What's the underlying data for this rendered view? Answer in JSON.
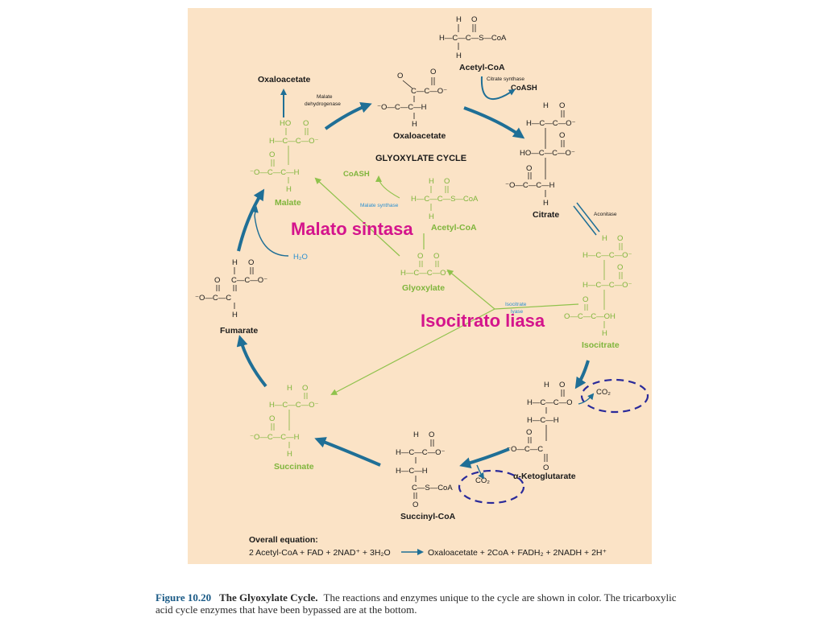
{
  "diagram": {
    "cycle_title": "GLYOXYLATE CYCLE",
    "molecules": {
      "acetyl_coa_top": "Acetyl-CoA",
      "oxaloacetate_top": "Oxaloacetate",
      "oxaloacetate_left": "Oxaloacetate",
      "citrate": "Citrate",
      "isocitrate": "Isocitrate",
      "alpha_ketoglutarate": "α-Ketoglutarate",
      "succinyl_coa": "Succinyl-CoA",
      "succinate": "Succinate",
      "fumarate": "Fumarate",
      "malate": "Malate",
      "glyoxylate": "Glyoxylate",
      "acetyl_coa_inner": "Acetyl-CoA"
    },
    "enzymes": {
      "citrate_synthase": "Citrate synthase",
      "aconitase": "Aconitase",
      "malate_dehydrogenase_1": "Malate",
      "malate_dehydrogenase_2": "dehydrogenase",
      "malate_synthase": "Malate synthase",
      "isocitrate_lyase_1": "Isocitrate",
      "isocitrate_lyase_2": "lyase"
    },
    "cofactors": {
      "coash_top": "CoASH",
      "coash_inner": "CoASH",
      "h2o": "H₂O",
      "co2_a": "CO₂",
      "co2_b": "CO₂"
    },
    "annotations": {
      "malato_sintasa": "Malato sintasa",
      "isocitrato_liasa": "Isocitrato liasa"
    },
    "overall_equation": {
      "label": "Overall equation:",
      "reactants": "2 Acetyl-CoA + FAD + 2NAD⁺ + 3H₂O",
      "products": "Oxaloacetate + 2CoA + FADH₂ + 2NADH + 2H⁺"
    },
    "colors": {
      "background": "#fbe3c6",
      "tca_arrow": "#1f6f96",
      "glyoxylate_green": "#7fb53c",
      "enzyme_blue": "#2a8fd0",
      "annotation_magenta": "#d4148c",
      "co2_ellipse": "#2a2a9a"
    }
  },
  "caption": {
    "figure_number": "Figure 10.20",
    "figure_title": "The Glyoxylate Cycle.",
    "text": "The reactions and enzymes unique to the cycle are shown in color. The tricarboxylic acid cycle enzymes that have been bypassed are at the bottom."
  }
}
